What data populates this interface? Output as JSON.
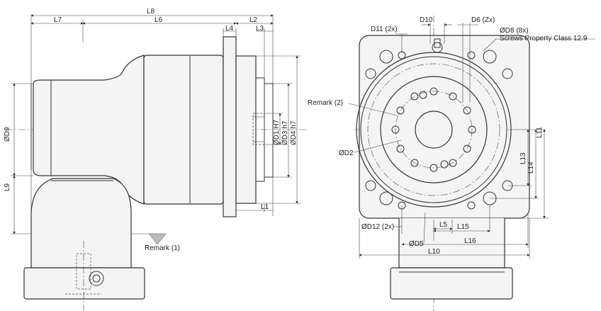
{
  "labels": {
    "L8": "L8",
    "L7": "L7",
    "L6": "L6",
    "L4": "L4",
    "L2": "L2",
    "L3": "L3",
    "L1": "L1",
    "L9": "L9",
    "D9": "ØD9",
    "D1": "ØD1 H7",
    "D3": "ØD3 h7",
    "D4": "ØD4 h7",
    "remark1": "Remark (1)",
    "remark2": "Remark (2)",
    "D11": "D11 (2x)",
    "D10": "D10",
    "D6": "D6 (Zx)",
    "D8": "ØD8 (8x)",
    "screws": "Screws Property Class 12.9",
    "D2": "ØD2",
    "D12": "ØD12 (2x)",
    "L5": "L5",
    "L15": "L15",
    "L16": "L16",
    "D5": "ØD5",
    "L10": "L10",
    "L11": "L11",
    "L13": "L13",
    "L14": "L14"
  }
}
